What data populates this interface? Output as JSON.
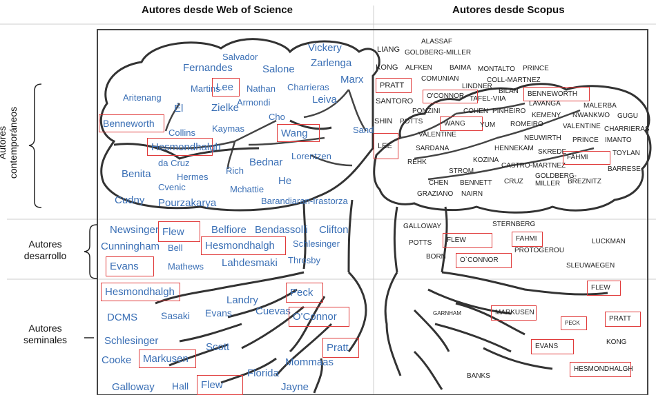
{
  "headers": {
    "left": "Autores desde Web of Science",
    "right": "Autores desde Scopus"
  },
  "row_labels": {
    "contemporaneos": "Autores\ncontemporáneos",
    "desarrollo": "Autores\ndesarrollo",
    "seminales": "Autores\nseminales"
  },
  "wos_names": [
    "Salvador",
    "Vickery",
    "Zarlenga",
    "Fernandes",
    "Salone",
    "Marx",
    "Martins",
    "Lee",
    "Nathan",
    "Charrieras",
    "Aritenang",
    "Armondi",
    "Leiva",
    "Él",
    "Zielke",
    "Cho",
    "Benneworth",
    "Kaymas",
    "Wang",
    "Collins",
    "Sand",
    "Hesmondhalgh",
    "Lorentzen",
    "da Cruz",
    "Bednar",
    "Benita",
    "Hermes",
    "Rich",
    "He",
    "Cvenic",
    "Mchattie",
    "Cudny",
    "Pourzakarya",
    "Barandiaran-Irastorza",
    "Newsinger",
    "Flew",
    "Belfiore",
    "Bendassolli",
    "Clifton",
    "Cunningham",
    "Bell",
    "Hesmondhalgh",
    "Schlesinger",
    "Evans",
    "Mathews",
    "Lahdesmaki",
    "Throsby",
    "Hesmondhalgh",
    "Landry",
    "Peck",
    "DCMS",
    "Sasaki",
    "Evans",
    "Cuevas",
    "O'Connor",
    "Schlesinger",
    "Scott",
    "Pratt",
    "Cooke",
    "Markusen",
    "Mommaas",
    "Florida",
    "Galloway",
    "Hall",
    "Flew",
    "Jayne"
  ],
  "scopus_names": [
    "ALASSAF",
    "LIANG",
    "GOLDBERG-MILLER",
    "KONG",
    "ALFKEN",
    "BAIMA",
    "MONTALTO",
    "PRINCE",
    "COLL-MARTNEZ",
    "PRATT",
    "COMUNIAN",
    "LINDNER",
    "TAFEL-VIIA",
    "BILAN",
    "BENNEWORTH",
    "O'CONNOR",
    "SANTORO",
    "LAVANGA",
    "MALERBA",
    "PONZINI",
    "COHEN",
    "PINHEIRO",
    "KEMENY",
    "NWANKWO",
    "GUGU",
    "SHIN",
    "POTTS",
    "WANG",
    "YUM",
    "ROMEIRO",
    "VALENTINE",
    "CHARRIERAS",
    "VALENTINE",
    "NEUWIRTH",
    "PRINCE",
    "IMANTO",
    "LEE",
    "SARDANA",
    "HENNEKAM",
    "SKREDE",
    "TOYLAN",
    "REHK",
    "KOZINA",
    "CASTRO-MARTNEZ",
    "FAHMI",
    "STROM",
    "BARRESE",
    "CHEN",
    "BENNETT",
    "CRUZ",
    "GOLDBERG-",
    "MILLER",
    "BREZNITZ",
    "GRAZIANO",
    "NAIRN",
    "GALLOWAY",
    "STERNBERG",
    "POTTS",
    "FLEW",
    "FAHMI",
    "LUCKMAN",
    "PROTOGEROU",
    "BORN",
    "O`CONNOR",
    "SLEUWAEGEN",
    "FLEW",
    "MARKUSEN",
    "PRATT",
    "GARNHAM",
    "PECK",
    "EVANS",
    "KONG",
    "HESMONDHALGH",
    "BANKS"
  ]
}
